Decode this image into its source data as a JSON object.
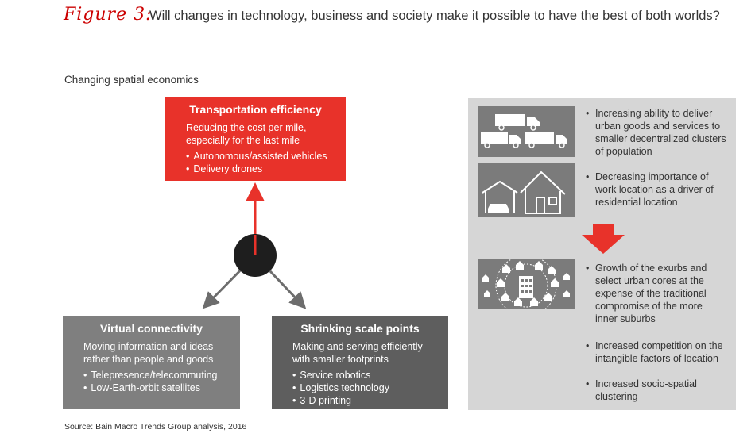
{
  "figure": {
    "label": "Figure 3:",
    "title": "Will changes in technology, business and society make it possible to have the best of both worlds?"
  },
  "subtitle": "Changing spatial economics",
  "transport": {
    "title": "Transportation efficiency",
    "lines": [
      "Reducing the cost per mile,",
      "especially for the last mile"
    ],
    "bullets": [
      "Autonomous/assisted vehicles",
      "Delivery drones"
    ]
  },
  "virtual": {
    "title": "Virtual connectivity",
    "lines": [
      "Moving information and ideas",
      "rather than people and goods"
    ],
    "bullets": [
      "Telepresence/telecommuting",
      "Low-Earth-orbit satellites"
    ]
  },
  "shrinking": {
    "title": "Shrinking scale points",
    "lines": [
      "Making and serving efficiently",
      "with smaller footprints"
    ],
    "bullets": [
      "Service robotics",
      "Logistics technology",
      "3-D printing"
    ]
  },
  "right_panel": {
    "items": [
      [
        "Increasing ability to deliver",
        "urban goods and services to",
        "smaller decentralized clusters",
        "of population"
      ],
      [
        "Decreasing importance of",
        "work location as a driver of",
        "residential location"
      ],
      [
        "Growth of the exurbs and",
        "select urban cores at the",
        "expense of the traditional",
        "compromise of the more",
        "inner suburbs"
      ],
      [
        "Increased competition on the",
        "intangible factors of location"
      ],
      [
        "Increased socio-spatial",
        "clustering"
      ]
    ]
  },
  "colors": {
    "accent_red": "#e8322a",
    "gray_box": "#7f7f7f",
    "dark_gray_box": "#5e5e5e",
    "panel": "#d6d6d6"
  },
  "icons": [
    "trucks-icon",
    "house-garage-icon",
    "down-arrow-icon",
    "exurb-cluster-icon",
    "hub-circle-icon"
  ],
  "source": "Source: Bain Macro Trends Group analysis, 2016"
}
